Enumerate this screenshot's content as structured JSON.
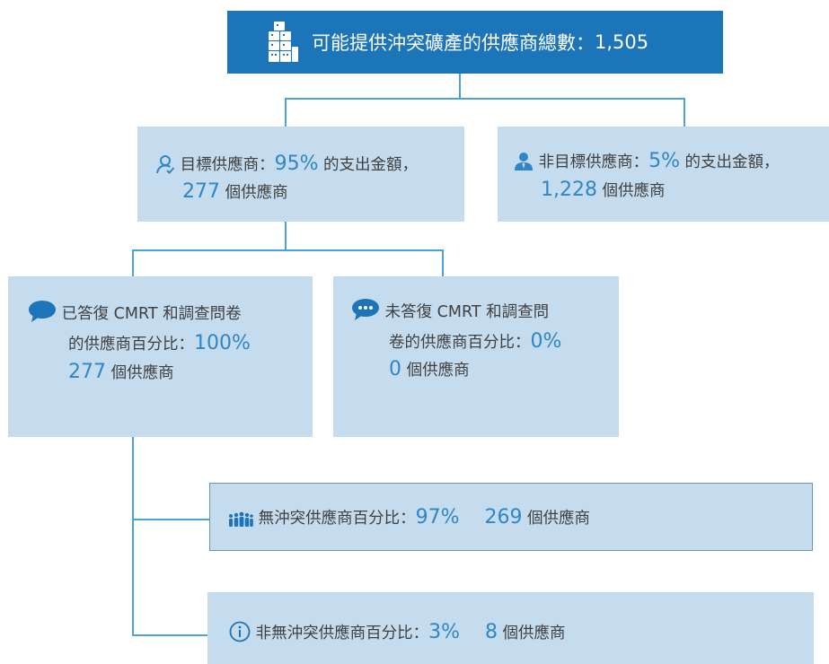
{
  "top": {
    "label": "可能提供沖突礦產的供應商總數：",
    "value": "1,505",
    "icon": "buildings-icon"
  },
  "targeted": {
    "label": "目標供應商：",
    "pct": "95%",
    "suffix": " 的支出金額，",
    "count": "277",
    "count_label": " 個供應商",
    "icon": "person-outline-icon"
  },
  "non_targeted": {
    "label": "非目標供應商：",
    "pct": "5%",
    "suffix": " 的支出金額，",
    "count": "1,228",
    "count_label": " 個供應商",
    "icon": "person-filled-icon"
  },
  "responded": {
    "line1": "已答復 CMRT 和調查問卷",
    "line2_label": "的供應商百分比：",
    "pct": "100%",
    "count": "277",
    "count_label": " 個供應商",
    "icon": "speech-bubble-icon"
  },
  "not_responded": {
    "line1": "未答復 CMRT 和調查問",
    "line2_label": "卷的供應商百分比：",
    "pct": "0%",
    "count": "0",
    "count_label": " 個供應商",
    "icon": "speech-bubble-dots-icon"
  },
  "conflict_free": {
    "label": "無沖突供應商百分比：",
    "pct": "97%",
    "count": "269",
    "count_label": " 個供應商",
    "icon": "people-group-icon"
  },
  "non_conflict_free": {
    "label": "非無沖突供應商百分比：",
    "pct": "3%",
    "count": "8",
    "count_label": " 個供應商",
    "icon": "info-circle-icon"
  },
  "colors": {
    "top_fill": "#1c74b9",
    "box_fill": "#c5dcef",
    "connector": "#4aa3d8",
    "number": "#2f86c6"
  }
}
